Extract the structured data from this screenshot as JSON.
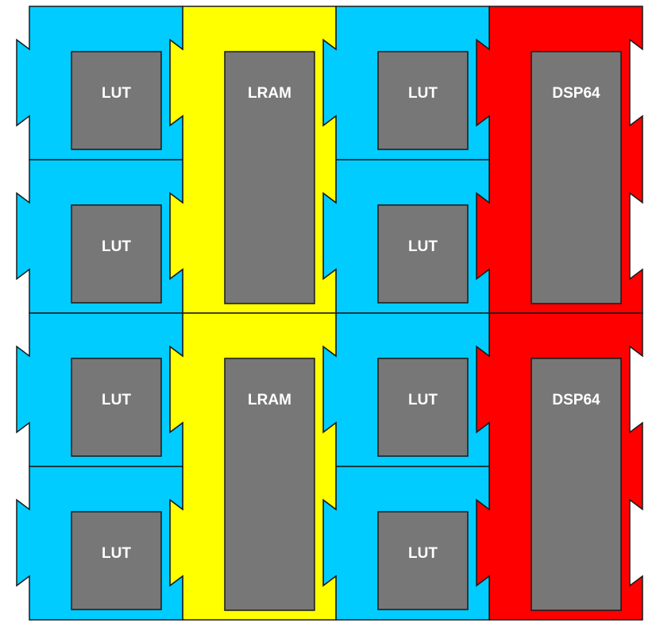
{
  "title": "FPGA tile floorplan",
  "colors": {
    "LUT": "#00CCFF",
    "LRAM": "#FFFF00",
    "DSP64": "#FF0000",
    "block": "#777777",
    "label": "#FFFFFF"
  },
  "grid": {
    "columns": 4,
    "rows": 4
  },
  "tiles": [
    {
      "id": "lut-r1-c1",
      "type": "LUT",
      "label": "LUT",
      "col": 0,
      "row": 0,
      "rowspan": 1
    },
    {
      "id": "lram-r1-c2",
      "type": "LRAM",
      "label": "LRAM",
      "col": 1,
      "row": 0,
      "rowspan": 2
    },
    {
      "id": "lut-r1-c3",
      "type": "LUT",
      "label": "LUT",
      "col": 2,
      "row": 0,
      "rowspan": 1
    },
    {
      "id": "dsp64-r1-c4",
      "type": "DSP64",
      "label": "DSP64",
      "col": 3,
      "row": 0,
      "rowspan": 2
    },
    {
      "id": "lut-r2-c1",
      "type": "LUT",
      "label": "LUT",
      "col": 0,
      "row": 1,
      "rowspan": 1
    },
    {
      "id": "lut-r2-c3",
      "type": "LUT",
      "label": "LUT",
      "col": 2,
      "row": 1,
      "rowspan": 1
    },
    {
      "id": "lut-r3-c1",
      "type": "LUT",
      "label": "LUT",
      "col": 0,
      "row": 2,
      "rowspan": 1
    },
    {
      "id": "lram-r3-c2",
      "type": "LRAM",
      "label": "LRAM",
      "col": 1,
      "row": 2,
      "rowspan": 2
    },
    {
      "id": "lut-r3-c3",
      "type": "LUT",
      "label": "LUT",
      "col": 2,
      "row": 2,
      "rowspan": 1
    },
    {
      "id": "dsp64-r3-c4",
      "type": "DSP64",
      "label": "DSP64",
      "col": 3,
      "row": 2,
      "rowspan": 2
    },
    {
      "id": "lut-r4-c1",
      "type": "LUT",
      "label": "LUT",
      "col": 0,
      "row": 3,
      "rowspan": 1
    },
    {
      "id": "lut-r4-c3",
      "type": "LUT",
      "label": "LUT",
      "col": 2,
      "row": 3,
      "rowspan": 1
    }
  ]
}
